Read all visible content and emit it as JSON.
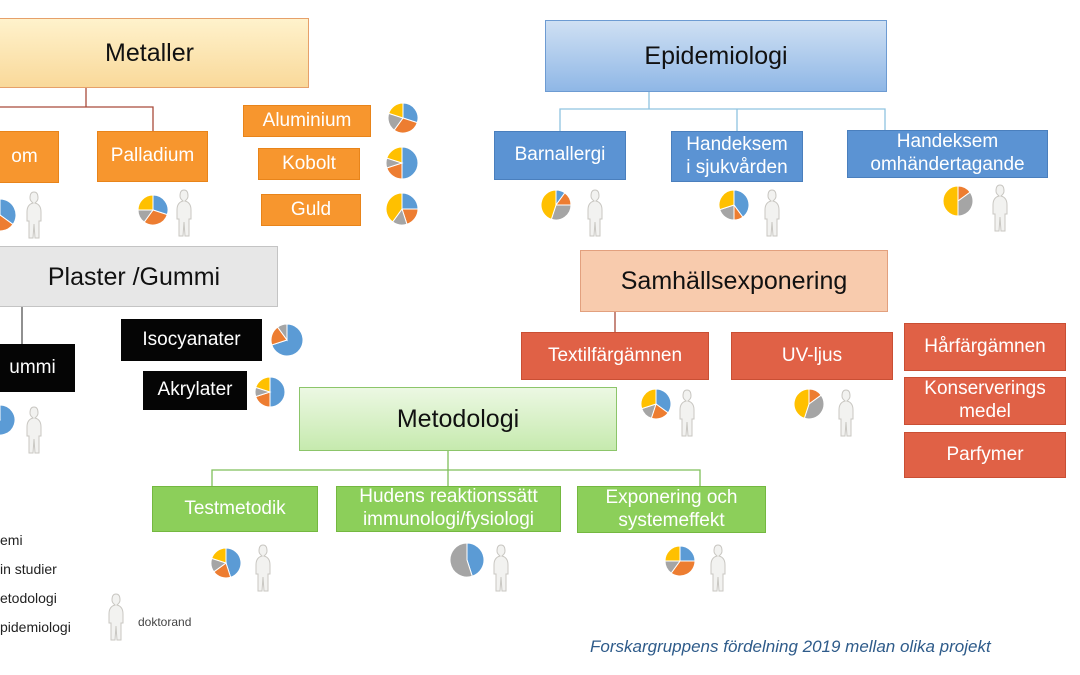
{
  "colors": {
    "pie_blue": "#5b9bd5",
    "pie_orange": "#ed7d31",
    "pie_gray": "#a5a5a5",
    "pie_yellow": "#ffc000",
    "figure": "#f2f2f0",
    "figure_edge": "#c9c7c2",
    "line_red": "#a94a3a",
    "line_blue": "#8fc3e0",
    "line_green": "#7fbf5a"
  },
  "headers": {
    "metaller": "Metaller",
    "plaster": "Plaster /Gummi",
    "epidemiologi": "Epidemiologi",
    "samhalls": "Samhällsexponering",
    "metodologi": "Metodologi"
  },
  "items": {
    "krom": "om",
    "palladium": "Palladium",
    "aluminium": "Aluminium",
    "kobolt": "Kobolt",
    "guld": "Guld",
    "gummi": "ummi",
    "isocyanater": "Isocyanater",
    "akrylater": "Akrylater",
    "barnallergi": "Barnallergi",
    "handeksem_sjukvard": "Handeksem\ni sjukvården",
    "handeksem_omh": "Handeksem\nomhändertagande",
    "textilfargamnen": "Textilfärgämnen",
    "uv_ljus": "UV-ljus",
    "harfargamnen": "Hårfärgämnen",
    "konserverings": "Konserverings\nmedel",
    "parfymer": "Parfymer",
    "testmetodik": "Testmetodik",
    "hudens": "Hudens reaktionssätt\nimmunologi/fysiologi",
    "exponering": "Exponering och\nsystemeffekt"
  },
  "legend": {
    "l1": "emi",
    "l2": "in studier",
    "l3": "etodologi",
    "l4": "pidemiologi",
    "doktorand": "doktorand"
  },
  "caption": "Forskargruppens  fördelning  2019 mellan olika projekt"
}
